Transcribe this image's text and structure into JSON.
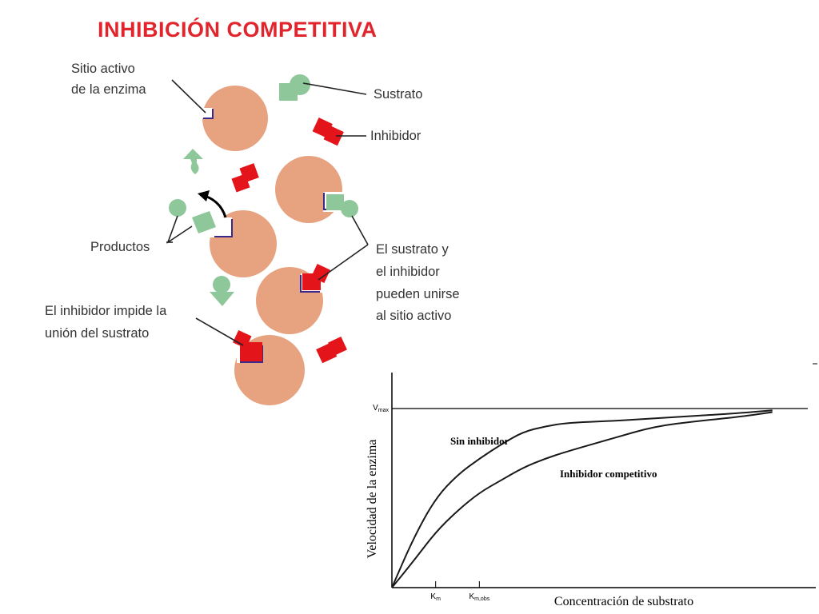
{
  "diagram": {
    "title": "INHIBICIÓN COMPETITIVA",
    "labels": {
      "active_site_1": "Sitio activo",
      "active_site_2": "de la enzima",
      "substrate": "Sustrato",
      "inhibitor": "Inhibidor",
      "products": "Productos",
      "both_bind_1": "El sustrato y",
      "both_bind_2": "el inhibidor",
      "both_bind_3": "pueden unirse",
      "both_bind_4": "al sitio activo",
      "inhibitor_blocks_1": "El inhibidor impide la",
      "inhibitor_blocks_2": "unión del sustrato"
    },
    "colors": {
      "title": "#e0262c",
      "enzyme": "#e7a27f",
      "substrate": "#8ec89a",
      "inhibitor": "#e3151b",
      "active_site_outline": "#3a2a8a"
    }
  },
  "chart_data": {
    "type": "line",
    "ylabel": "Velocidad de la enzima",
    "xlabel": "Concentración de substrato",
    "y_reference": {
      "label_main": "V",
      "label_sub": "max",
      "value": 1.0
    },
    "x_markers": [
      {
        "label_main": "K",
        "label_sub": "m",
        "value": 1.0
      },
      {
        "label_main": "K",
        "label_sub": "m,obs",
        "value": 2.0
      }
    ],
    "xlim": [
      0,
      9
    ],
    "ylim": [
      0,
      1.0
    ],
    "series": [
      {
        "name": "Sin inhibidor",
        "x": [
          0,
          0.5,
          1.0,
          1.5,
          2.0,
          2.5,
          3.0,
          3.5,
          4.0,
          5.0,
          6.0,
          7.0,
          8.0,
          8.7
        ],
        "y": [
          0,
          0.28,
          0.5,
          0.63,
          0.72,
          0.8,
          0.87,
          0.9,
          0.92,
          0.93,
          0.945,
          0.96,
          0.975,
          0.99
        ]
      },
      {
        "name": "Inhibidor competitivo",
        "x": [
          0,
          0.5,
          1.0,
          1.5,
          2.0,
          2.5,
          3.0,
          3.5,
          4.0,
          5.0,
          6.0,
          7.0,
          8.0,
          8.7
        ],
        "y": [
          0,
          0.15,
          0.31,
          0.43,
          0.53,
          0.6,
          0.67,
          0.72,
          0.76,
          0.83,
          0.9,
          0.93,
          0.955,
          0.98
        ]
      }
    ],
    "colors": {
      "lines": "#1a1a1a"
    }
  }
}
